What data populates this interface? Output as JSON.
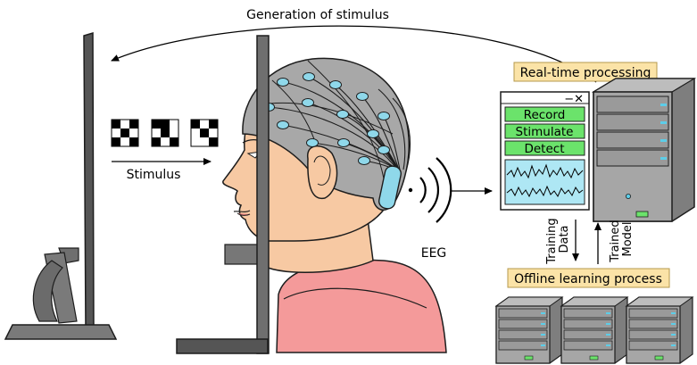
{
  "labels": {
    "generation": "Generation of stimulus",
    "stimulus": "Stimulus",
    "eeg": "EEG",
    "realtime": "Real-time processing",
    "offline": "Offline learning process",
    "training": [
      "Training",
      "Data"
    ],
    "trained": [
      "Trained",
      "Model"
    ]
  },
  "panel": {
    "window_controls": "−✕",
    "buttons": [
      "Record",
      "Stimulate",
      "Detect"
    ]
  },
  "colors": {
    "monitor": "#6f6f6f",
    "skin": "#f7c9a3",
    "cap": "#a8a8a8",
    "electrode": "#8fd8ea",
    "shirt": "#f49a9a",
    "label_bg": "#fbe3a7",
    "button_green": "#6be36b",
    "signal_bg": "#aee7f4",
    "server": "#9a9a9a"
  }
}
